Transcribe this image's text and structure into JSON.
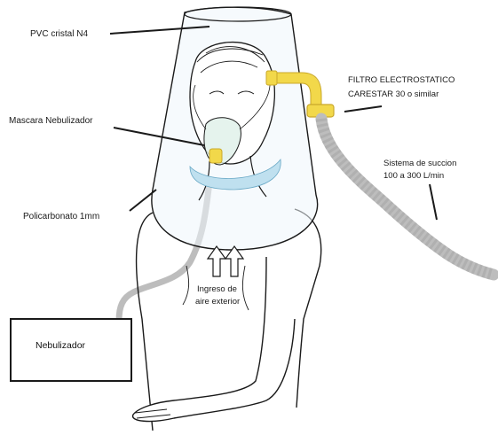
{
  "labels": {
    "pvc": "PVC cristal N4",
    "mascara": "Mascara Nebulizador",
    "policarbonato": "Policarbonato 1mm",
    "nebulizador": "Nebulizador",
    "filtro_line1": "FILTRO ELECTROSTATICO",
    "filtro_line2": "CARESTAR 30 o similar",
    "sistema_line1": "Sistema de succion",
    "sistema_line2": "100 a 300 L/min",
    "ingreso_line1": "Ingreso de",
    "ingreso_line2": "aire exterior"
  },
  "colors": {
    "outline": "#1a1a1a",
    "hood_tint": "#eef6fb",
    "filter_yellow": "#f2d84a",
    "filter_dark": "#c9a82a",
    "tube_gray": "#bdbdbd",
    "collar_blue": "#bfe0ef",
    "mask_tint": "#dff0e8"
  }
}
